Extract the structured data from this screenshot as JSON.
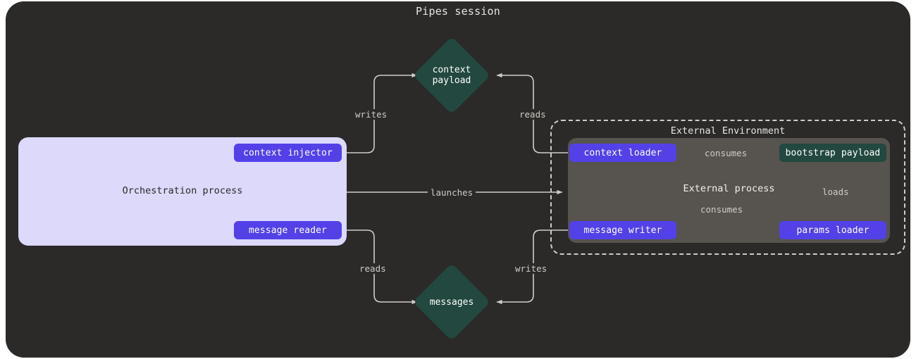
{
  "title": "Pipes session",
  "colors": {
    "canvas": "#2b2a28",
    "orchestration_bg": "#dcd9fb",
    "external_process_bg": "#57534e",
    "op_node": "#5341e8",
    "store_node": "#22483f",
    "edge": "#cfccc7",
    "label_text": "#cfccc7",
    "title_text": "#e8e6e3"
  },
  "clusters": {
    "orchestration": {
      "label": "Orchestration process"
    },
    "external_environment": {
      "label": "External Environment"
    },
    "external_process": {
      "label": "External process"
    }
  },
  "nodes": {
    "context_injector": {
      "label": "context injector",
      "kind": "op"
    },
    "message_reader": {
      "label": "message reader",
      "kind": "op"
    },
    "context_loader": {
      "label": "context loader",
      "kind": "op"
    },
    "message_writer": {
      "label": "message writer",
      "kind": "op"
    },
    "params_loader": {
      "label": "params loader",
      "kind": "op"
    },
    "bootstrap_payload": {
      "label": "bootstrap payload",
      "kind": "store"
    },
    "context_payload": {
      "label_line1": "context",
      "label_line2": "payload",
      "kind": "diamond"
    },
    "messages": {
      "label_line1": "messages",
      "label_line2": "",
      "kind": "diamond"
    }
  },
  "edges": {
    "writes_context": "writes",
    "reads_context": "reads",
    "launches": "launches",
    "reads_messages": "reads",
    "writes_messages": "writes",
    "consumes_context": "consumes",
    "consumes_message": "consumes",
    "loads_params": "loads"
  }
}
